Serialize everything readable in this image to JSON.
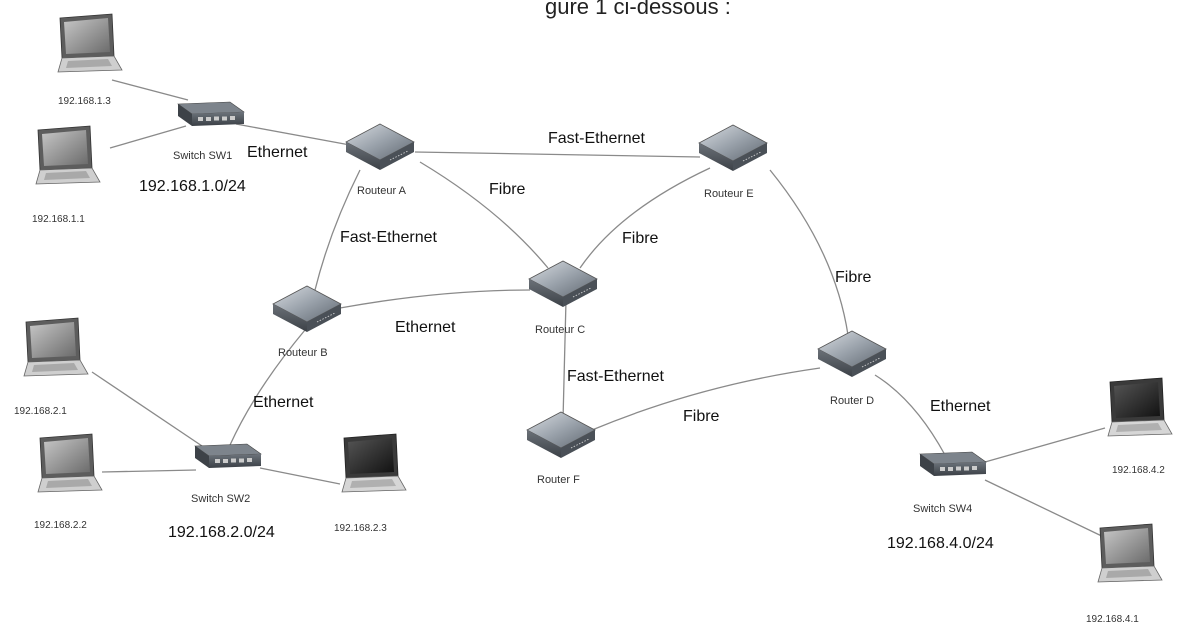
{
  "header_fragment": "gure 1 ci-dessous :",
  "nodes": {
    "routeur_a": "Routeur A",
    "routeur_b": "Routeur B",
    "routeur_c": "Routeur C",
    "router_d": "Router D",
    "routeur_e": "Routeur E",
    "router_f": "Router F",
    "switch_sw1": "Switch SW1",
    "switch_sw2": "Switch SW2",
    "switch_sw4": "Switch SW4",
    "pc_1_3": "192.168.1.3",
    "pc_1_1": "192.168.1.1",
    "pc_2_1": "192.168.2.1",
    "pc_2_2": "192.168.2.2",
    "pc_2_3": "192.168.2.3",
    "pc_4_2": "192.168.4.2",
    "pc_4_1": "192.168.4.1"
  },
  "networks": {
    "net1": "192.168.1.0/24",
    "net2": "192.168.2.0/24",
    "net4": "192.168.4.0/24"
  },
  "links": {
    "sw1_a": "Ethernet",
    "a_e": "Fast-Ethernet",
    "a_c": "Fibre",
    "a_b": "Fast-Ethernet",
    "e_c": "Fibre",
    "e_d": "Fibre",
    "b_c": "Ethernet",
    "c_f": "Fast-Ethernet",
    "f_d": "Fibre",
    "b_sw2": "Ethernet",
    "d_sw4": "Ethernet"
  }
}
